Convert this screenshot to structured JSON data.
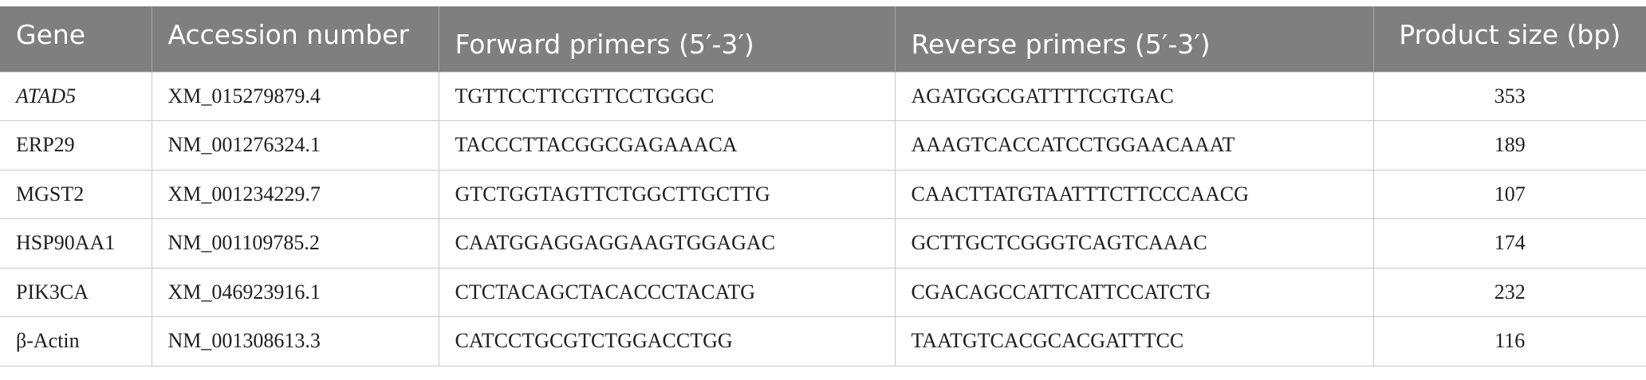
{
  "table": {
    "headers": [
      "Gene",
      "Accession number",
      "Forward primers (5′-3′)",
      "Reverse primers (5′-3′)",
      "Product size (bp)"
    ],
    "rows": [
      {
        "gene": "ATAD5",
        "gene_italic": true,
        "accession": "XM_015279879.4",
        "forward": "TGTTCCTTCGTTCCTGGGC",
        "reverse": "AGATGGCGATTTTCGTGAC",
        "size": "353"
      },
      {
        "gene": "ERP29",
        "gene_italic": false,
        "accession": "NM_001276324.1",
        "forward": "TACCCTTACGGCGAGAAACA",
        "reverse": "AAAGTCACCATCCTGGAACAAAT",
        "size": "189"
      },
      {
        "gene": "MGST2",
        "gene_italic": false,
        "accession": "XM_001234229.7",
        "forward": "GTCTGGTAGTTCTGGCTTGCTTG",
        "reverse": "CAACTTATGTAATTTCTTCCCAACG",
        "size": "107"
      },
      {
        "gene": "HSP90AA1",
        "gene_italic": false,
        "accession": "NM_001109785.2",
        "forward": "CAATGGAGGAGGAAGTGGAGAC",
        "reverse": "GCTTGCTCGGGTCAGTCAAAC",
        "size": "174"
      },
      {
        "gene": "PIK3CA",
        "gene_italic": false,
        "accession": "XM_046923916.1",
        "forward": "CTCTACAGCTACACCCTACATG",
        "reverse": "CGACAGCCATTCATTCCATCTG",
        "size": "232"
      },
      {
        "gene": "β-Actin",
        "gene_italic": false,
        "accession": "NM_001308613.3",
        "forward": "CATCCTGCGTCTGGACCTGG",
        "reverse": "TAATGTCACGCACGATTTCC",
        "size": "116"
      }
    ]
  },
  "colors": {
    "header_bg": "#7f7f7f",
    "header_text": "#ffffff",
    "body_text": "#1f1f1f",
    "rule": "#c8c8c8"
  }
}
